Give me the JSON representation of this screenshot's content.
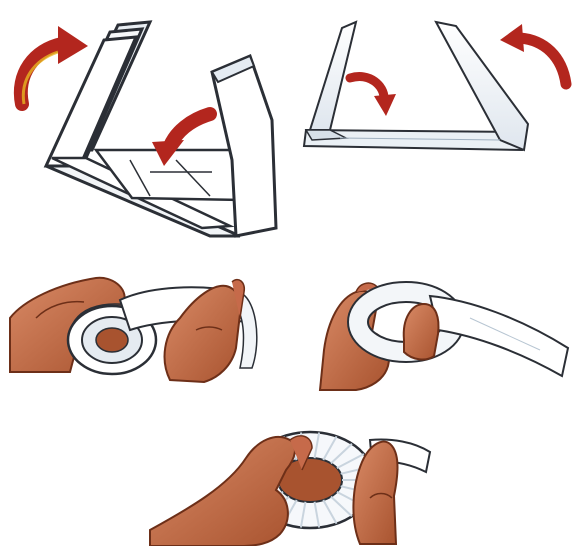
{
  "colors": {
    "background": "#ffffff",
    "arrow": "#b3261e",
    "arrow_highlight": "#e8b520",
    "skin": "#c66a4a",
    "skin_shadow": "#8e4328",
    "bandage": "#f4f6f8",
    "bandage_shade": "#c9d4de",
    "outline": "#2b2f36"
  },
  "panels": [
    {
      "name": "fold-stack-step",
      "icon": "folded-bandage-stack"
    },
    {
      "name": "fold-strip-step",
      "icon": "folded-bandage-strip"
    },
    {
      "name": "roll-start-step",
      "icon": "hands-rolling-bandage"
    },
    {
      "name": "roll-continue-step",
      "icon": "hands-wrapping-bandage"
    },
    {
      "name": "ring-complete-step",
      "icon": "bandage-ring-pad"
    }
  ]
}
